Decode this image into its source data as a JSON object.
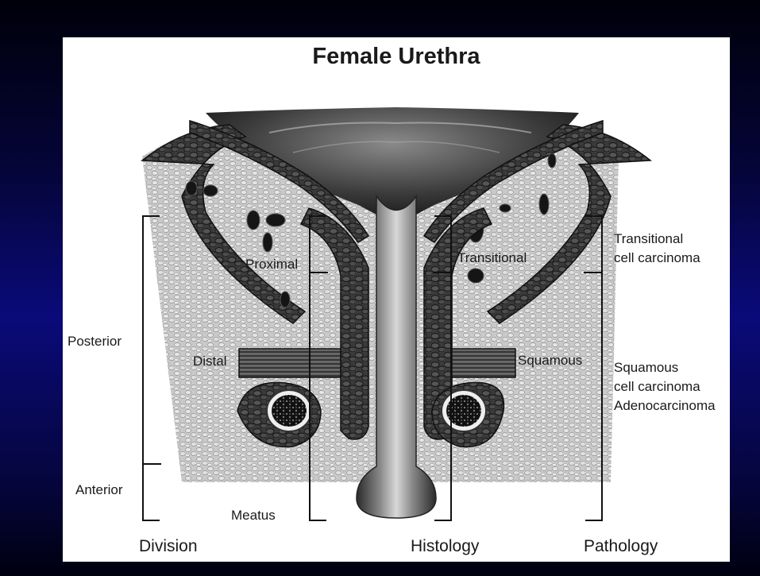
{
  "title": "Female Urethra",
  "labels": {
    "proximal": "Proximal",
    "distal": "Distal",
    "meatus": "Meatus",
    "posterior": "Posterior",
    "anterior": "Anterior",
    "transitional": "Transitional",
    "squamous": "Squamous",
    "transitional_cc_1": "Transitional",
    "transitional_cc_2": "cell carcinoma",
    "squamous_cc_1": "Squamous",
    "squamous_cc_2": "cell carcinoma",
    "adenocarcinoma": "Adenocarcinoma"
  },
  "columns": {
    "division": "Division",
    "histology": "Histology",
    "pathology": "Pathology"
  }
}
